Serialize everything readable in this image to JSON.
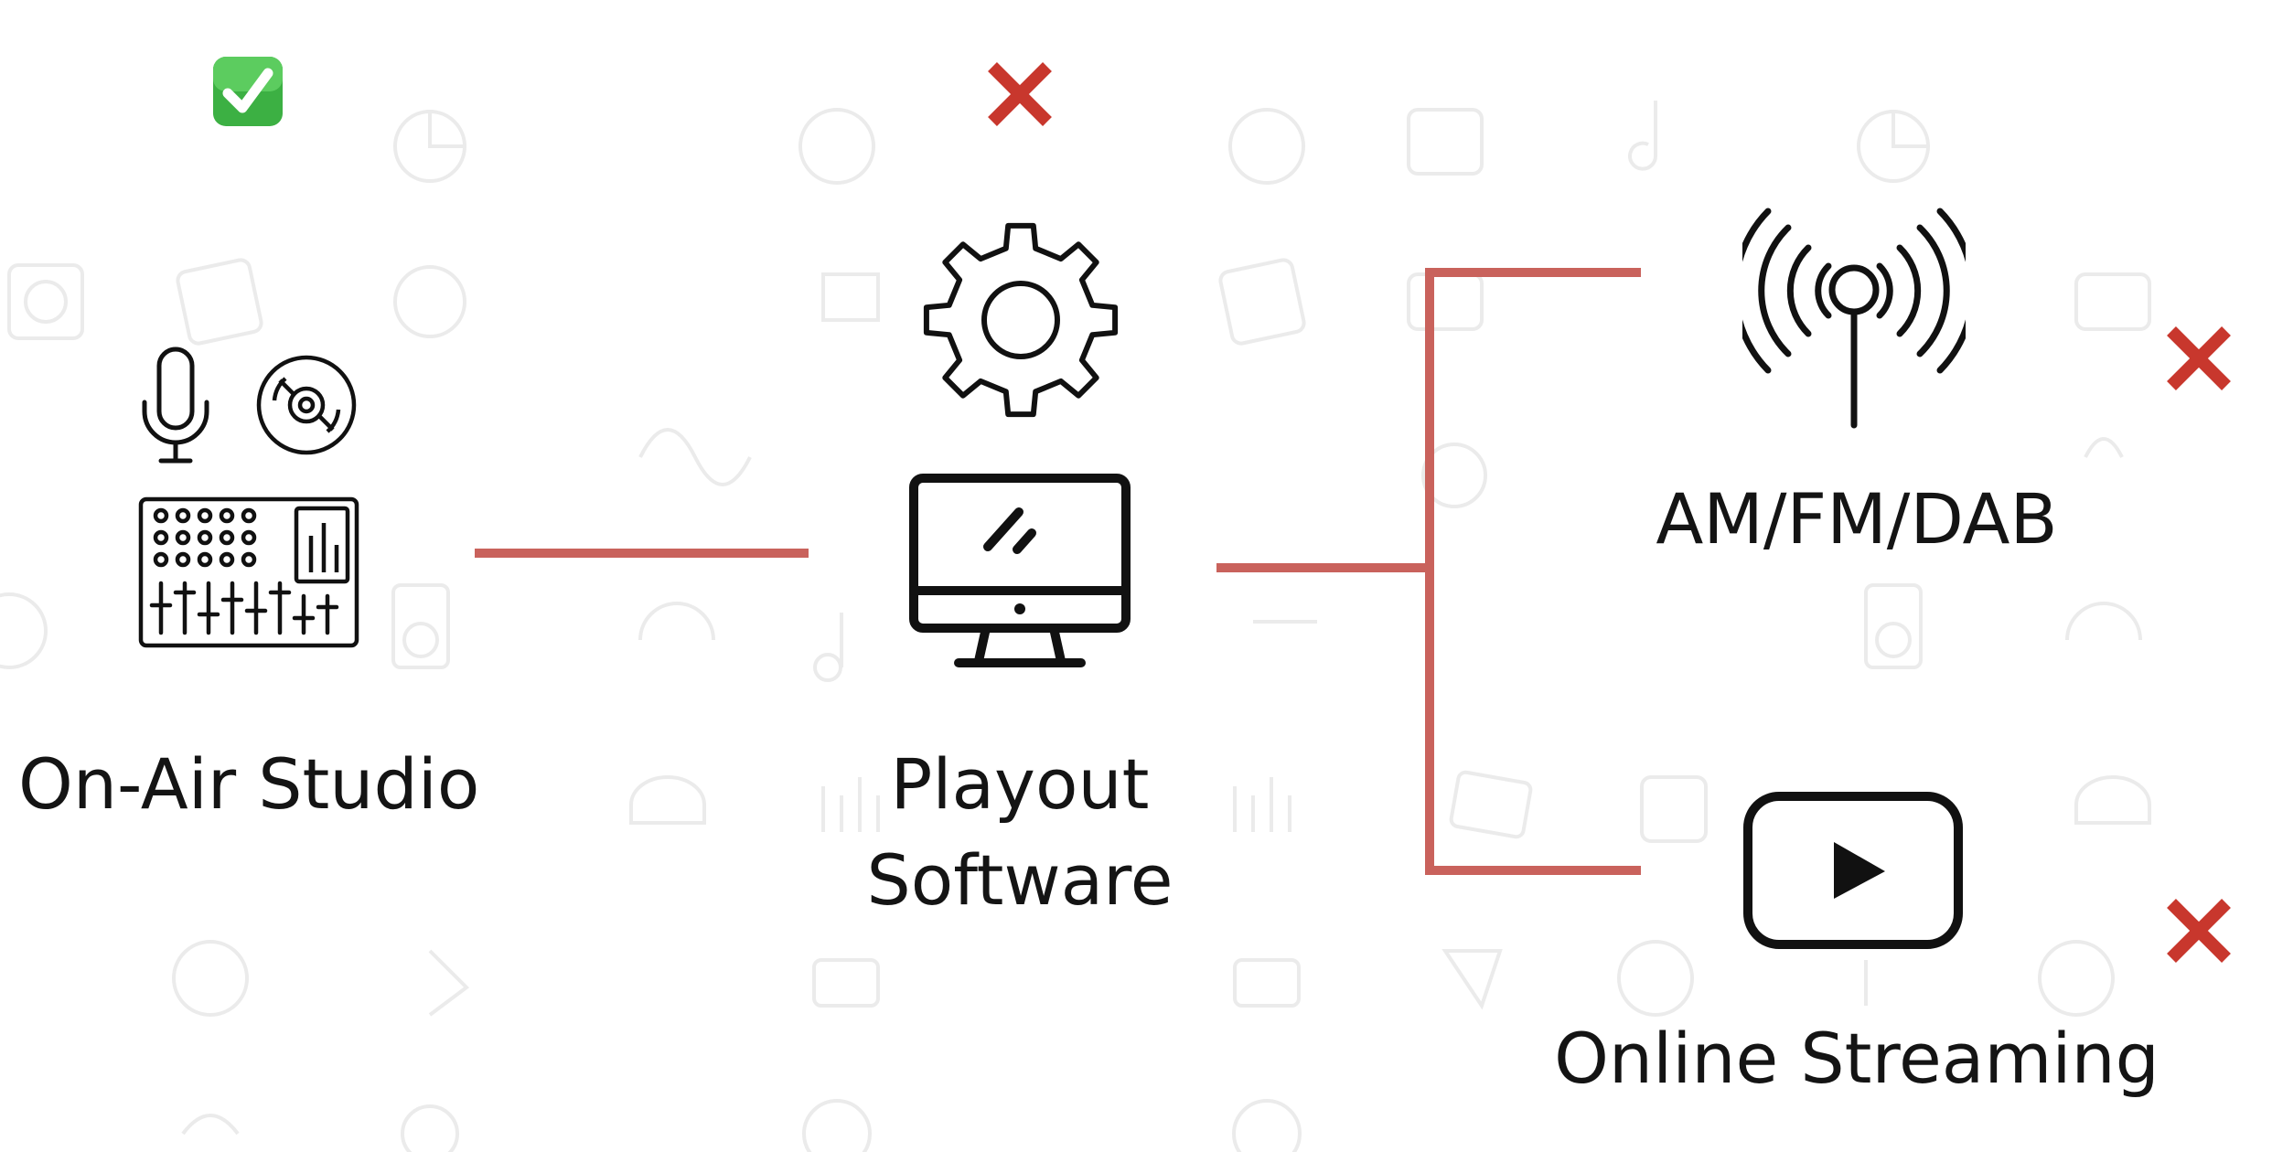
{
  "colors": {
    "connector": "#c9625c",
    "status_ok_bg": "#3cb043",
    "status_fail": "#c8372d",
    "icon_stroke": "#111111",
    "background_pattern": "#ebebeb"
  },
  "nodes": {
    "studio": {
      "label": "On-Air Studio",
      "status": "check-icon",
      "icons": [
        "microphone-icon",
        "cd-icon",
        "mixing-console-icon"
      ]
    },
    "playout": {
      "label_line1": "Playout",
      "label_line2": "Software",
      "status": "cross-icon",
      "icons": [
        "gear-icon",
        "desktop-monitor-icon"
      ]
    },
    "broadcast": {
      "label": "AM/FM/DAB",
      "status": "cross-icon",
      "icons": [
        "radio-antenna-icon"
      ]
    },
    "streaming": {
      "label": "Online Streaming",
      "status": "cross-icon",
      "icons": [
        "youtube-play-icon"
      ]
    }
  }
}
